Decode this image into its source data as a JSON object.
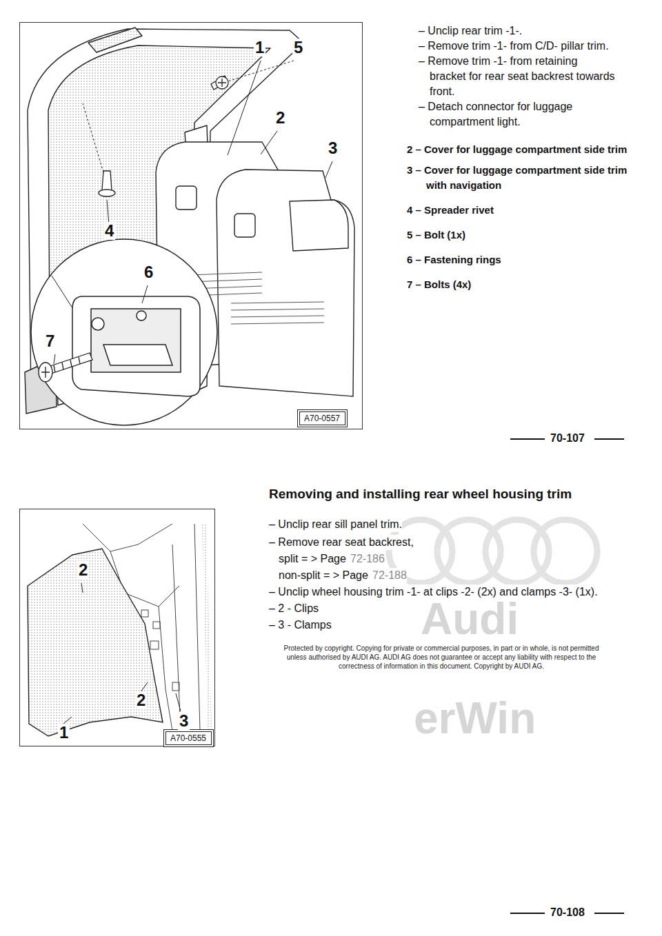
{
  "diagram": {
    "title": "Removing and installing rear wheel housing trim",
    "nodes": [
      {
        "text": [
          "A70-0557"
        ]
      },
      {
        "text": [
          "A70-0555"
        ]
      }
    ],
    "labels": [
      "1",
      "5",
      "2",
      "3",
      "4",
      "6",
      "7",
      "– Unclip rear trim -1-.",
      "– Remove trim -1- from C/D- pillar trim.",
      "– Remove trim -1- from retaining bracket for rear seat backrest towards front.",
      "– Detach connector for luggage compartment light.",
      "2 – Cover for luggage compartment side trim",
      "3 – Cover for luggage compartment side trim with navigation",
      "4 – Spreader rivet",
      "5 – Bolt (1x)",
      "6 – Fastening rings",
      "7 – Bolts (4x)",
      "70-107",
      "– Unclip rear sill panel trim.",
      "– Remove rear seat backrest,",
      "split = > Page",
      "72-186",
      "non-split = > Page",
      "72-188",
      "– Unclip wheel housing trim -1- at clips -2- (2x) and clamps -3- (1x).",
      "– 2 - Clips",
      "– 3 - Clamps",
      "Protected by copyright. Copying for private or commercial purposes, in part or in whole, is not permitted unless authorised by AUDI AG. AUDI AG does not guarantee or accept any liability with respect to the correctness of information in this document. Copyright by AUDI AG.",
      "2",
      "2",
      "3",
      "1",
      "Audi",
      "erWin",
      "70-108"
    ]
  }
}
